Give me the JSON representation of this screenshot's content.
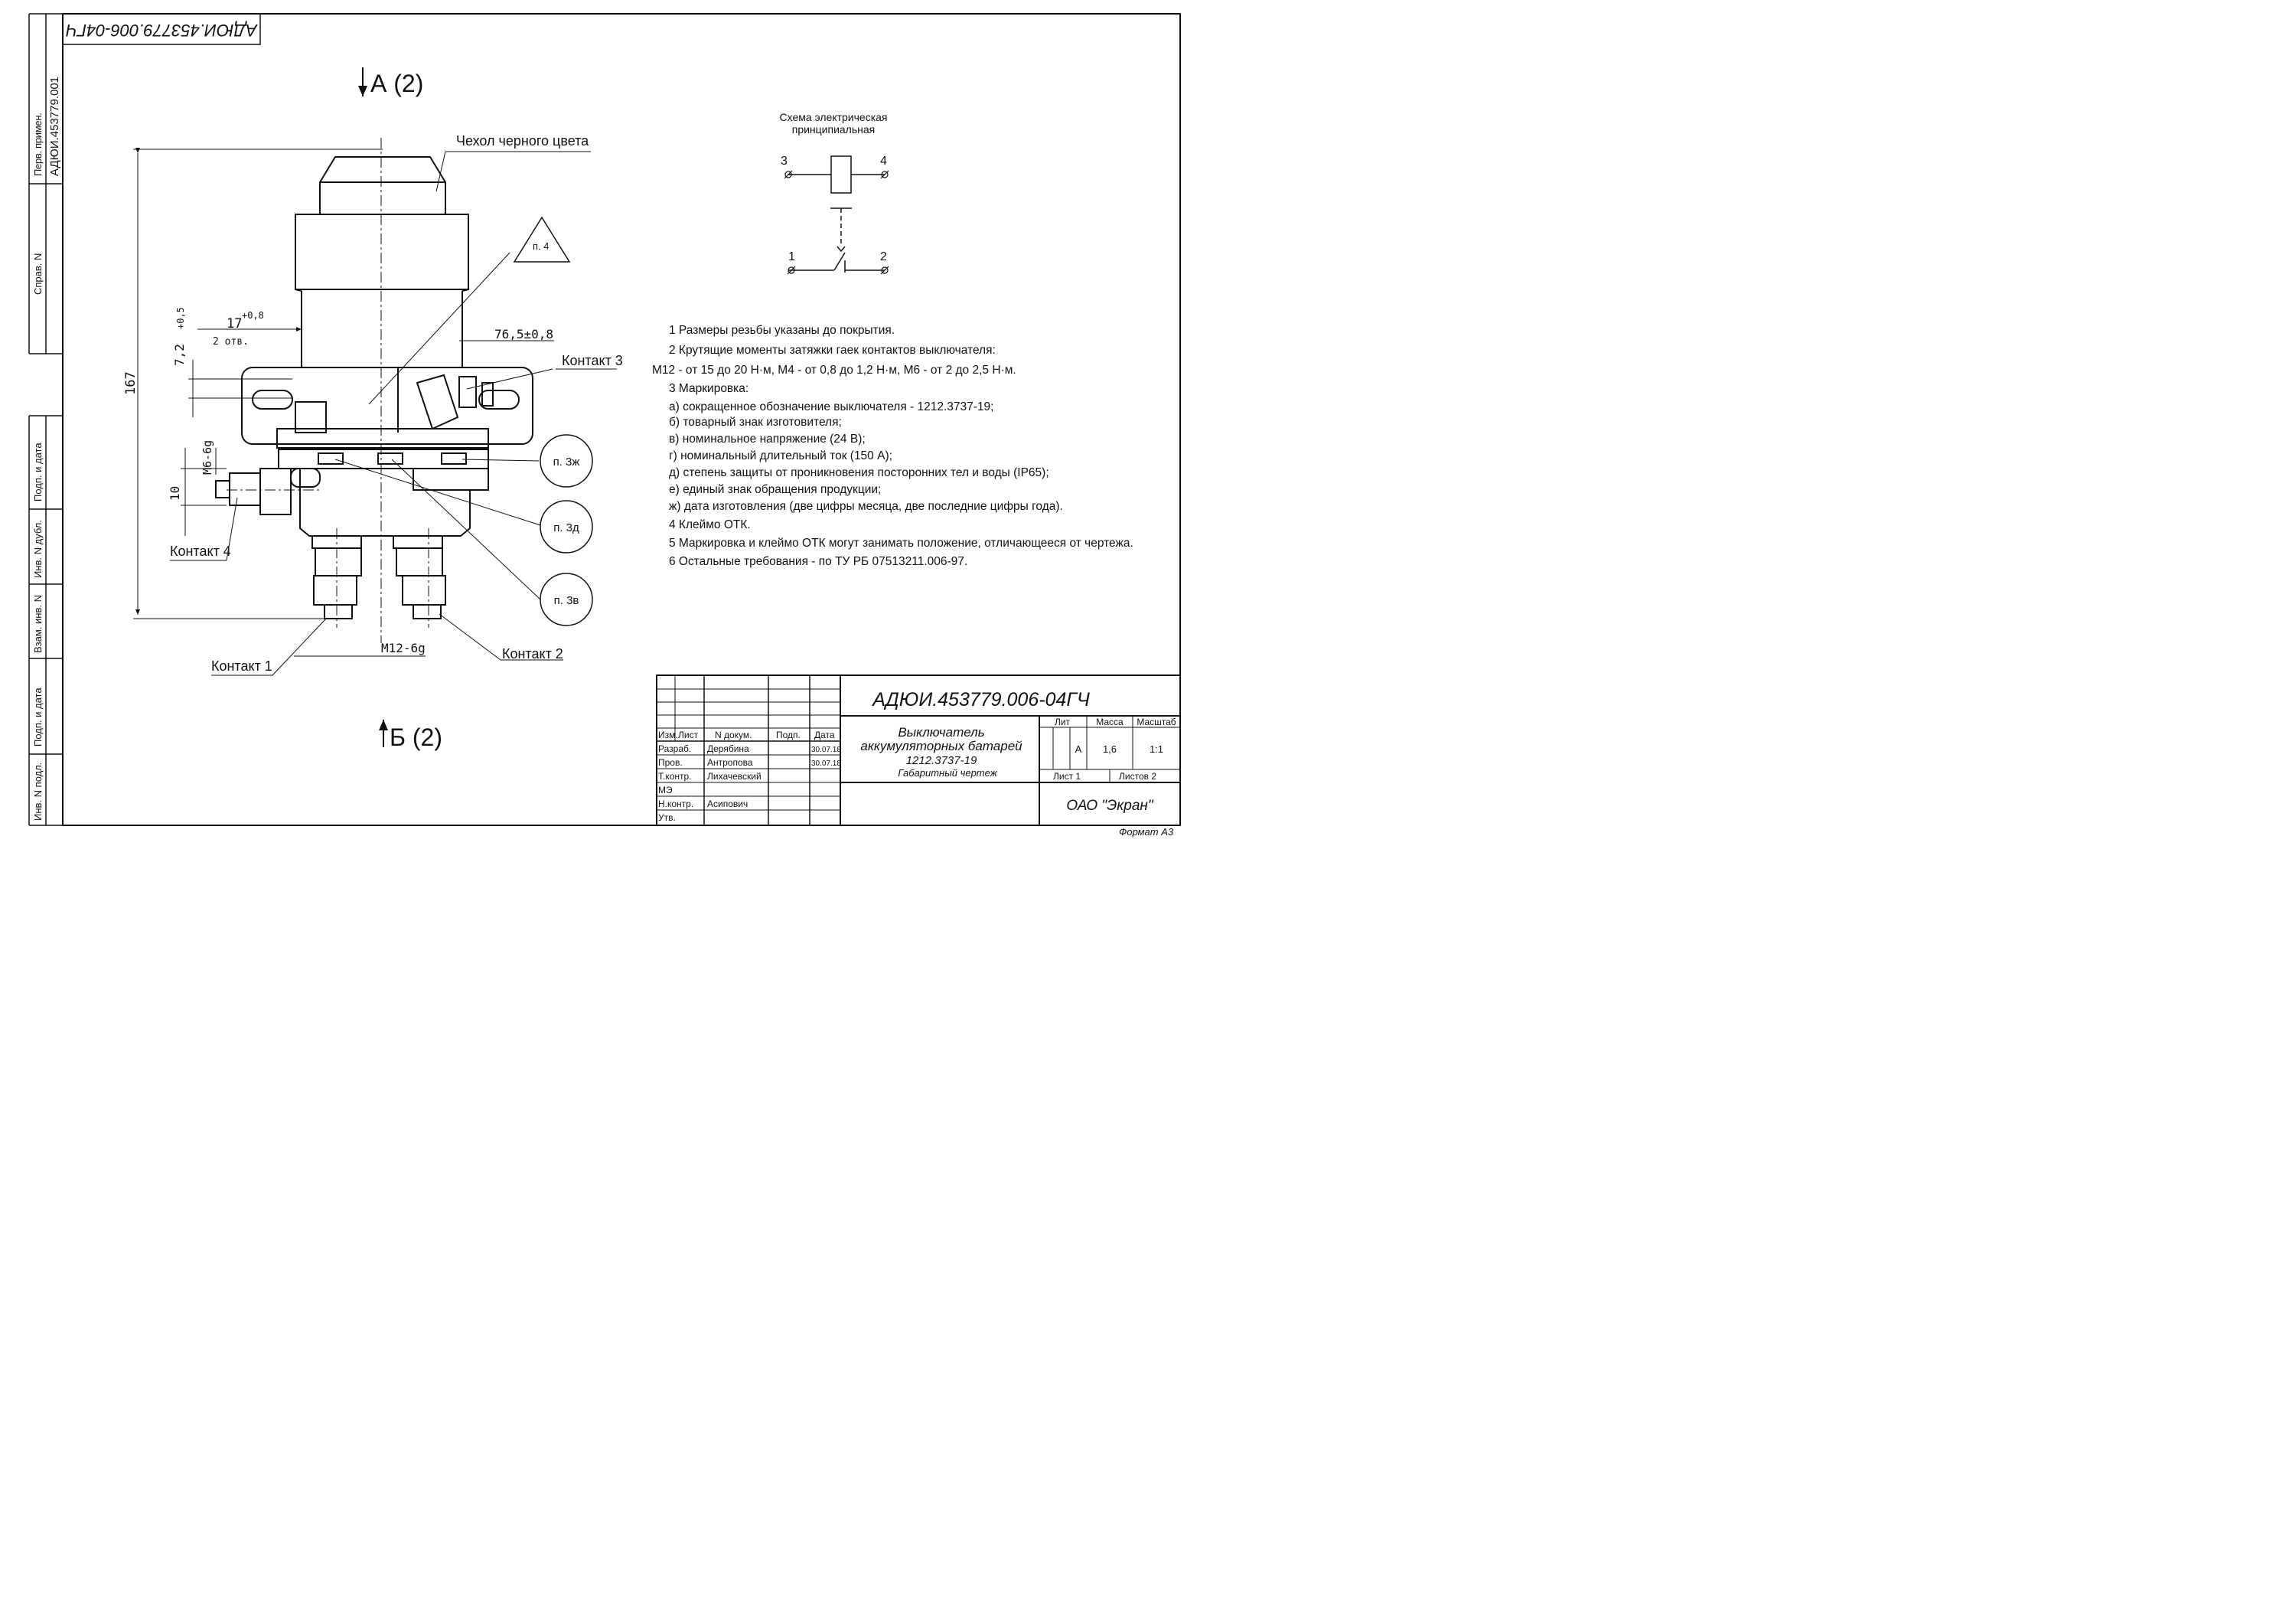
{
  "stamp_code": "АДЮИ.453779.006-04ГЧ",
  "side_stamp": {
    "perv_primen_label": "Перв. примен.",
    "perv_primen_value": "АДЮИ.453779.001",
    "sprav_label": "Справ. N",
    "podp_data_1": "Подп. и дата",
    "inv_dubl": "Инв. N дубл.",
    "vzam_inv": "Взам. инв. N",
    "podp_data_2": "Подп. и дата",
    "inv_podl": "Инв. N подл."
  },
  "views": {
    "view_a": "А (2)",
    "view_b": "Б (2)"
  },
  "callouts": {
    "cover": "Чехол черного цвета",
    "contact1": "Контакт 1",
    "contact2": "Контакт 2",
    "contact3": "Контакт 3",
    "contact4": "Контакт 4",
    "p4": "п. 4",
    "p3zh": "п. 3ж",
    "p3d": "п. 3д",
    "p3v": "п. 3в"
  },
  "dimensions": {
    "height_167": "167",
    "d17": "17",
    "d17_tol": "+0,8",
    "d17_note": "2 отв.",
    "d72": "7,2",
    "d72_tol": "+0,5",
    "d765": "76,5±0,8",
    "d10": "10",
    "m6": "M6-6g",
    "m12": "M12-6g"
  },
  "schematic": {
    "title_line1": "Схема электрическая",
    "title_line2": "принципиальная",
    "pin3": "3",
    "pin4": "4",
    "pin1": "1",
    "pin2": "2"
  },
  "notes": [
    "1 Размеры резьбы указаны до покрытия.",
    "2 Крутящие моменты затяжки гаек контактов выключателя:",
    "М12 - от 15 до 20 Н·м, М4 - от 0,8 до 1,2 Н·м, М6 - от 2 до 2,5  Н·м.",
    "3  Маркировка:",
    "а)  сокращенное обозначение выключателя - 1212.3737-19;",
    "б)  товарный знак изготовителя;",
    "в)  номинальное напряжение (24 В);",
    "г)  номинальный длительный ток (150 А);",
    "д)  степень защиты от проникновения посторонних тел и воды (IP65);",
    "е)  единый знак обращения продукции;",
    "ж)  дата изготовления (две цифры месяца, две последние цифры года).",
    "4 Клеймо ОТК.",
    "5  Маркировка и клеймо ОТК могут занимать положение, отличающееся  от чертежа.",
    "6  Остальные требования - по  ТУ РБ 07513211.006-97."
  ],
  "title_block": {
    "doc_code": "АДЮИ.453779.006-04ГЧ",
    "name_line1": "Выключатель",
    "name_line2": "аккумуляторных батарей",
    "name_line3": "1212.3737-19",
    "name_line4": "Габаритный чертеж",
    "col_izm": "Изм.",
    "col_list": "Лист",
    "col_ndokum": "N докум.",
    "col_podp": "Подп.",
    "col_data": "Дата",
    "razrab_label": "Разраб.",
    "razrab_name": "Дерябина",
    "razrab_date": "30.07.18",
    "prov_label": "Пров.",
    "prov_name": "Антропова",
    "prov_date": "30.07.18",
    "tkontr_label": "Т.контр.",
    "tkontr_name": "Лихачевский",
    "me_label": "МЭ",
    "nkontr_label": "Н.контр.",
    "nkontr_name": "Асипович",
    "utv_label": "Утв.",
    "lit_label": "Лит",
    "massa_label": "Масса",
    "masshtab_label": "Масштаб",
    "lit_value": "А",
    "massa_value": "1,6",
    "masshtab_value": "1:1",
    "sheet": "Лист 1",
    "sheets": "Листов 2",
    "company": "ОАО \"Экран\""
  },
  "format": "Формат А3"
}
